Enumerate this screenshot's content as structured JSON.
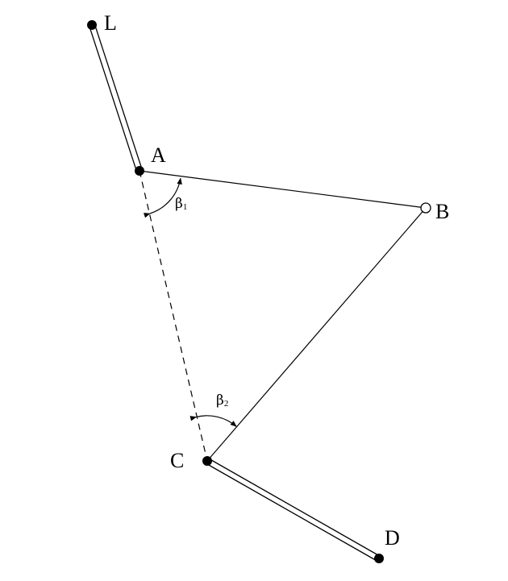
{
  "colors": {
    "line": "#000000",
    "background": "#ffffff"
  },
  "points": {
    "L": {
      "label": "L",
      "style": "filled"
    },
    "A": {
      "label": "A",
      "style": "filled"
    },
    "B": {
      "label": "B",
      "style": "open"
    },
    "C": {
      "label": "C",
      "style": "filled"
    },
    "D": {
      "label": "D",
      "style": "filled"
    }
  },
  "segments": [
    {
      "id": "LA",
      "from": "L",
      "to": "A",
      "style": "double"
    },
    {
      "id": "AB",
      "from": "A",
      "to": "B",
      "style": "solid"
    },
    {
      "id": "BC",
      "from": "B",
      "to": "C",
      "style": "solid"
    },
    {
      "id": "AC",
      "from": "A",
      "to": "C",
      "style": "dashed"
    },
    {
      "id": "CD",
      "from": "C",
      "to": "D",
      "style": "double"
    }
  ],
  "angles": {
    "beta1": {
      "symbol": "β",
      "subscript": "1",
      "vertex": "A"
    },
    "beta2": {
      "symbol": "β",
      "subscript": "2",
      "vertex": "C"
    }
  }
}
